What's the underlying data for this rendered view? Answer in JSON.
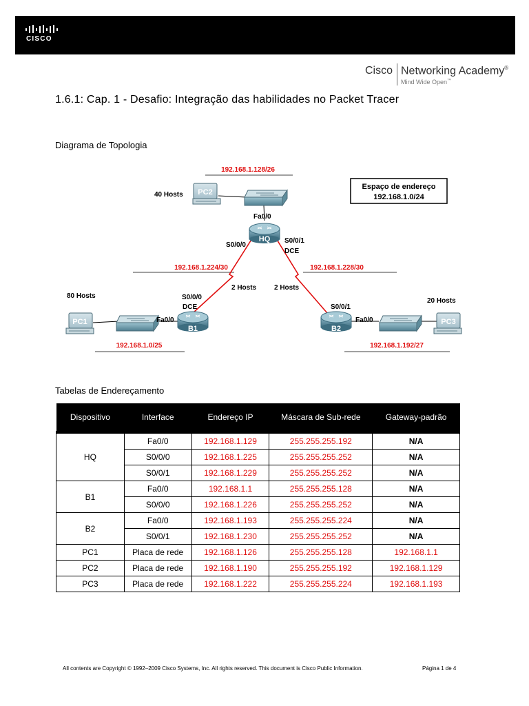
{
  "header": {
    "logo_text": "CISCO",
    "brand_left": "Cisco",
    "brand_right": "Networking Academy",
    "brand_mark": "®",
    "tagline": "Mind Wide Open",
    "tagline_mark": "™"
  },
  "document": {
    "title": "1.6.1: Cap. 1 - Desafio: Integração das habilidades no Packet Tracer",
    "topology_heading": "Diagrama de Topologia",
    "tables_heading": "Tabelas de Endereçamento"
  },
  "topology": {
    "address_space_label": "Espaço de endereço",
    "address_space_value": "192.168.1.0/24",
    "devices": {
      "hq": "HQ",
      "b1": "B1",
      "b2": "B2",
      "pc1": "PC1",
      "pc2": "PC2",
      "pc3": "PC3"
    },
    "hosts": {
      "pc2": "40 Hosts",
      "pc1": "80 Hosts",
      "pc3": "20 Hosts",
      "link_left": "2 Hosts",
      "link_right": "2 Hosts"
    },
    "interfaces": {
      "hq_fa": "Fa0/0",
      "hq_s000": "S0/0/0",
      "hq_s001": "S0/0/1",
      "hq_dce": "DCE",
      "b1_s000": "S0/0/0",
      "b1_dce": "DCE",
      "b1_fa": "Fa0/0",
      "b2_s001": "S0/0/1",
      "b2_fa": "Fa0/0"
    },
    "networks": {
      "hq_lan": "192.168.1.128/26",
      "wan_left": "192.168.1.224/30",
      "wan_right": "192.168.1.228/30",
      "b1_lan": "192.168.1.0/25",
      "b2_lan": "192.168.1.192/27"
    }
  },
  "address_table": {
    "headers": [
      "Dispositivo",
      "Interface",
      "Endereço IP",
      "Máscara de Sub-rede",
      "Gateway-padrão"
    ],
    "devices": [
      "HQ",
      "B1",
      "B2",
      "PC1",
      "PC2",
      "PC3"
    ],
    "rows": [
      {
        "interface": "Fa0/0",
        "ip": "192.168.1.129",
        "mask": "255.255.255.192",
        "gateway": "N/A"
      },
      {
        "interface": "S0/0/0",
        "ip": "192.168.1.225",
        "mask": "255.255.255.252",
        "gateway": "N/A"
      },
      {
        "interface": "S0/0/1",
        "ip": "192.168.1.229",
        "mask": "255.255.255.252",
        "gateway": "N/A"
      },
      {
        "interface": "Fa0/0",
        "ip": "192.168.1.1",
        "mask": "255.255.255.128",
        "gateway": "N/A"
      },
      {
        "interface": "S0/0/0",
        "ip": "192.168.1.226",
        "mask": "255.255.255.252",
        "gateway": "N/A"
      },
      {
        "interface": "Fa0/0",
        "ip": "192.168.1.193",
        "mask": "255.255.255.224",
        "gateway": "N/A"
      },
      {
        "interface": "S0/0/1",
        "ip": "192.168.1.230",
        "mask": "255.255.255.252",
        "gateway": "N/A"
      },
      {
        "interface": "Placa de rede",
        "ip": "192.168.1.126",
        "mask": "255.255.255.128",
        "gateway": "192.168.1.1"
      },
      {
        "interface": "Placa de rede",
        "ip": "192.168.1.190",
        "mask": "255.255.255.192",
        "gateway": "192.168.1.129"
      },
      {
        "interface": "Placa de rede",
        "ip": "192.168.1.222",
        "mask": "255.255.255.224",
        "gateway": "192.168.1.193"
      }
    ]
  },
  "footer": {
    "copyright": "All contents are Copyright © 1992–2009 Cisco Systems, Inc. All rights reserved. This document is Cisco Public Information.",
    "page": "Página 1 de 4"
  },
  "colors": {
    "accent_red": "#e01010",
    "header_black": "#000000"
  }
}
